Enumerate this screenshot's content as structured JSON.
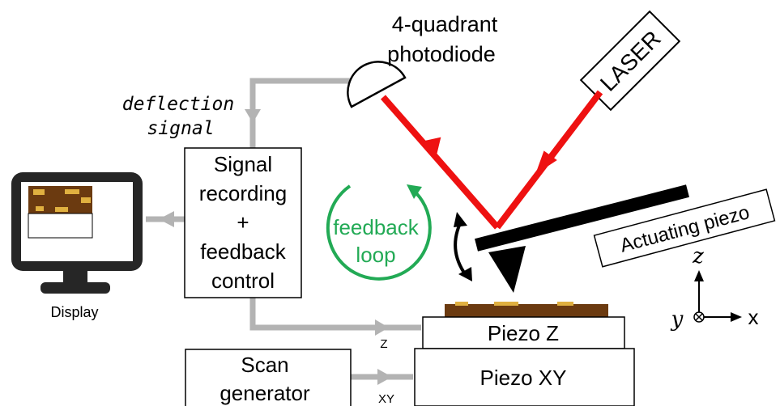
{
  "labels": {
    "photodiode_line1": "4-quadrant",
    "photodiode_line2": "photodiode",
    "laser": "LASER",
    "deflection_line1": "deflection",
    "deflection_line2": "signal",
    "signal_box_line1": "Signal",
    "signal_box_line2": "recording",
    "signal_box_line3": "+",
    "signal_box_line4": "feedback",
    "signal_box_line5": "control",
    "feedback_line1": "feedback",
    "feedback_line2": "loop",
    "actuating_piezo": "Actuating piezo",
    "display": "Display",
    "piezo_z": "Piezo Z",
    "piezo_xy": "Piezo XY",
    "scan_line1": "Scan",
    "scan_line2": "generator",
    "z_arrow": "Z",
    "xy_arrow": "XY",
    "axis_z": "z",
    "axis_y": "y",
    "axis_x": "x"
  },
  "colors": {
    "laser_beam": "#ee1111",
    "feedback": "#22aa55",
    "signal_line": "#b3b3b3",
    "sample": "#6b3a10",
    "sample_features": "#e0b040",
    "outline": "#000000"
  }
}
